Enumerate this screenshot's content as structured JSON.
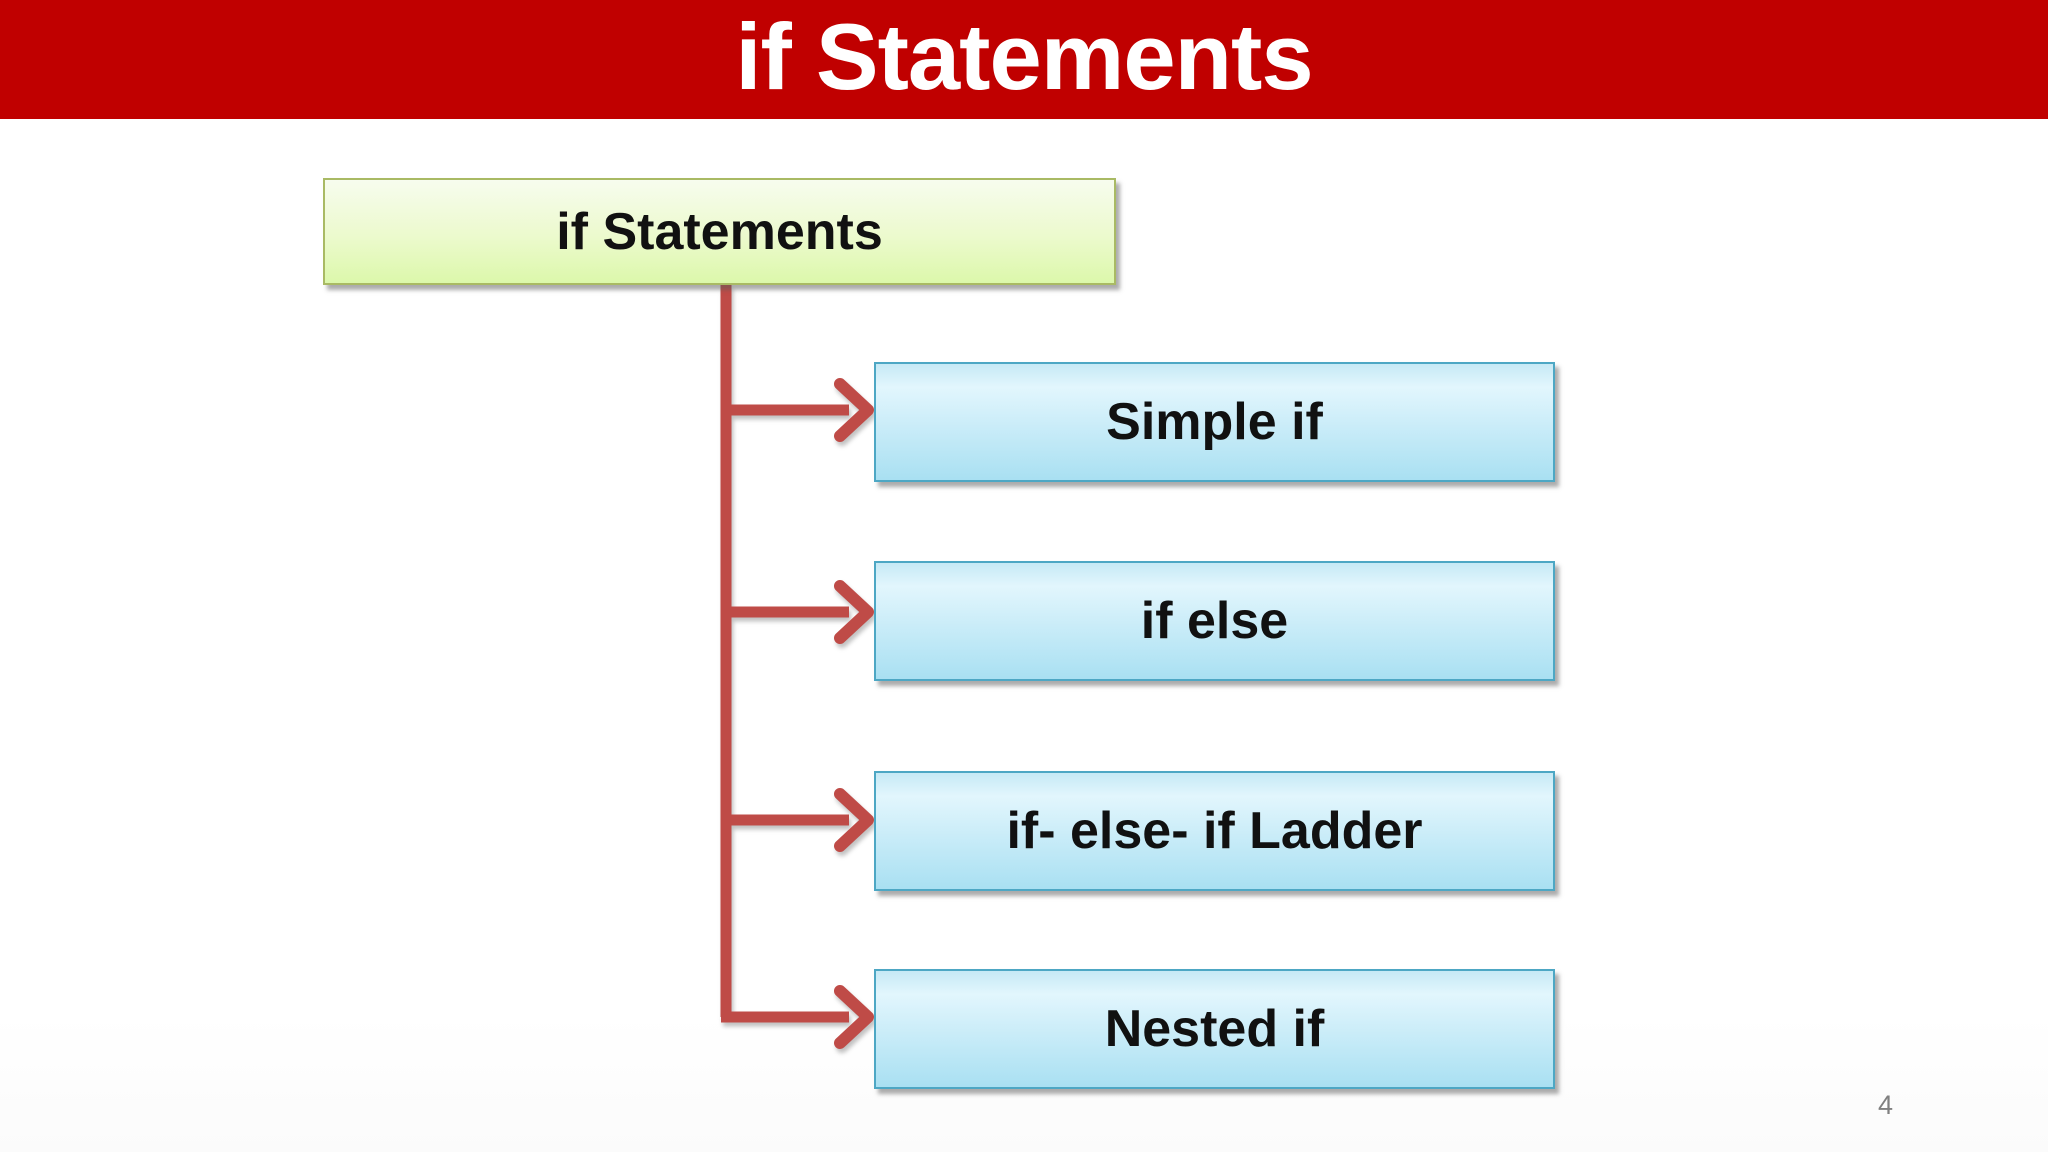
{
  "header": {
    "title": "if Statements"
  },
  "diagram": {
    "root": {
      "label": "if Statements"
    },
    "children": [
      {
        "label": "Simple if"
      },
      {
        "label": "if else"
      },
      {
        "label": "if- else- if Ladder"
      },
      {
        "label": "Nested if"
      }
    ]
  },
  "footer": {
    "page_number": "4"
  },
  "colors": {
    "banner_red": "#c00000",
    "connector_red": "#bf4b47",
    "root_border_green": "#a9ba64",
    "root_fill_top": "#f7fcee",
    "root_fill_bottom": "#dcf8ab",
    "child_border_teal": "#4da7c4",
    "child_fill_top": "#c6e9f5",
    "child_fill_light": "#e2f6fd",
    "child_fill_bottom": "#a9e0f2",
    "page_number_gray": "#808080"
  }
}
